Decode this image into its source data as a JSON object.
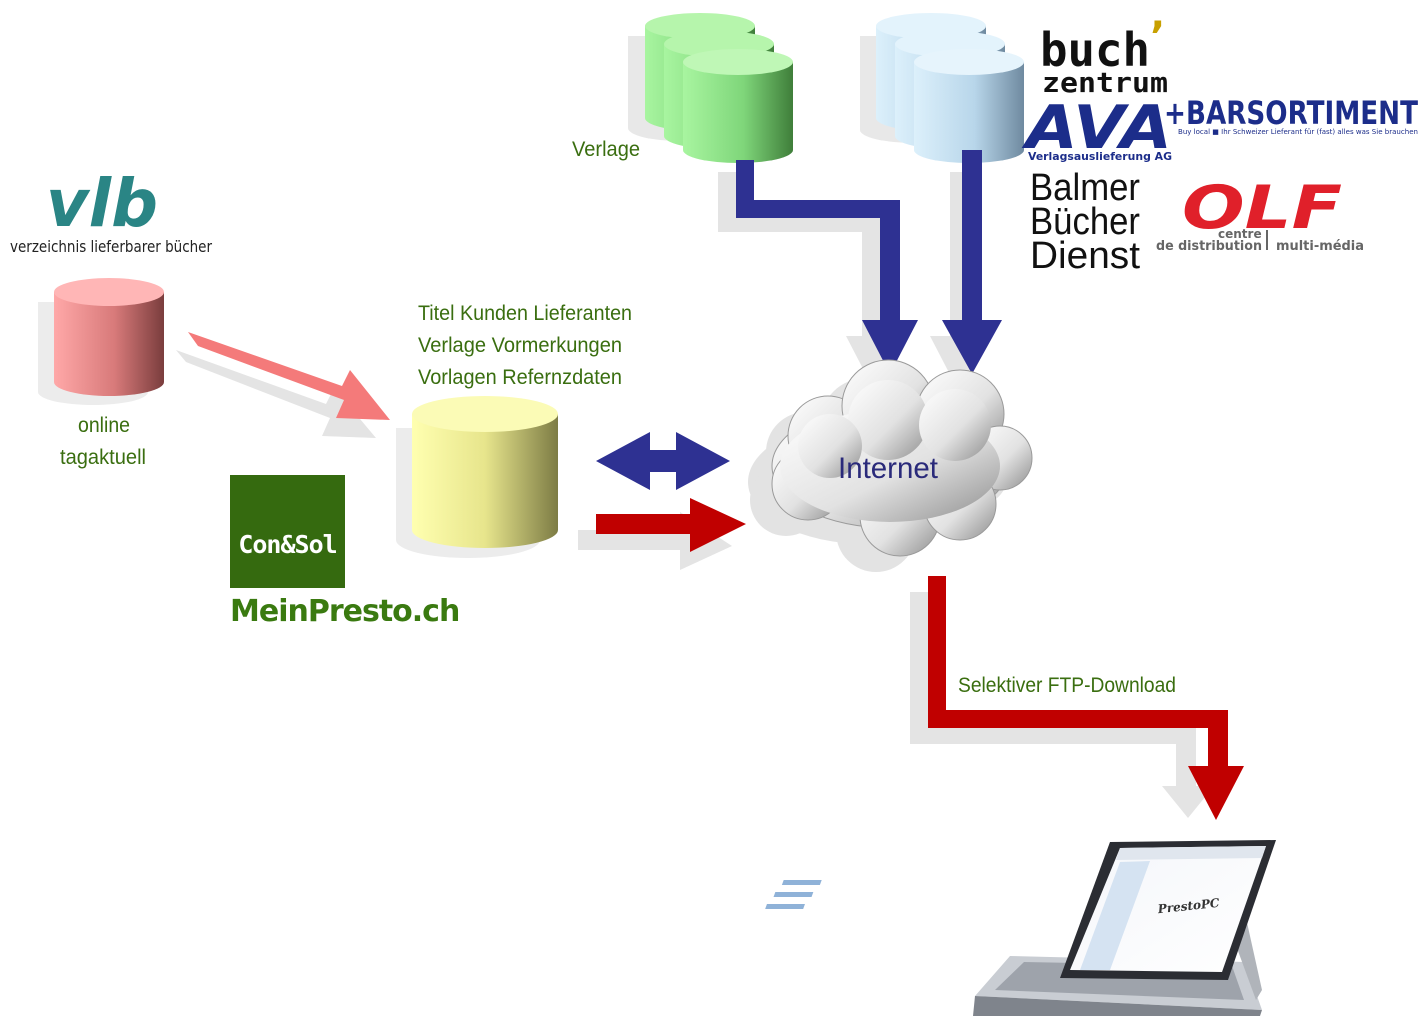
{
  "diagram": {
    "labels": {
      "verlage": "Verlage",
      "online_line1": "online",
      "online_line2": "tagaktuell",
      "db_line1": "Titel Kunden Lieferanten",
      "db_line2": "Verlage Vormerkungen",
      "db_line3": "Vorlagen Refernzdaten",
      "internet": "Internet",
      "ftp": "Selektiver FTP-Download"
    },
    "logos": {
      "vlb_mark": "vlb",
      "vlb_text": "verzeichnis lieferbarer bücher",
      "buch_line1": "buch",
      "buch_line2": "zentrum",
      "buch_apostrophe": "’",
      "ava": "AVA",
      "ava_sub": "Verlagsauslieferung AG",
      "barsortiment": "+BARSORTIMENT",
      "barsortiment_sub": "Buy local ■ Ihr Schweizer Lieferant für (fast) alles was Sie brauchen",
      "balmer_line1": "Balmer",
      "balmer_line2": "Bücher",
      "balmer_line3": "Dienst",
      "olf_mark": "OLF",
      "olf_sub1": "centre",
      "olf_sub2": "de distribution",
      "olf_sub3": "multi-média",
      "consol": "Con&Sol",
      "meinpresto": "MeinPresto.ch",
      "presto_screen": "PrestoPC"
    },
    "colors": {
      "green_db": "#7fcf6e",
      "blue_db": "#b9d9ee",
      "red_db": "#e07a7a",
      "yellow_db": "#f4f29a",
      "arrow_blue": "#2e3192",
      "arrow_red": "#c00000",
      "arrow_pink": "#f47a7a",
      "label_green": "#3a6e10",
      "internet_text": "#2a2a7a"
    }
  }
}
